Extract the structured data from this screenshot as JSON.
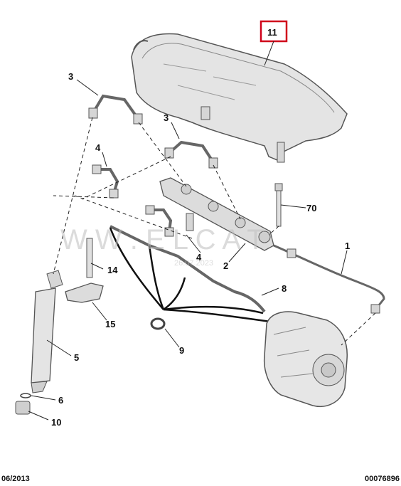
{
  "callouts": {
    "c11": "11",
    "c3a": "3",
    "c3b": "3",
    "c4a": "4",
    "c4b": "4",
    "c70": "70",
    "c1": "1",
    "c2": "2",
    "c14": "14",
    "c8": "8",
    "c15": "15",
    "c9": "9",
    "c5": "5",
    "c6": "6",
    "c10": "10"
  },
  "watermark": {
    "brand": "W W . E L C A T",
    "date": "26.07.2023"
  },
  "footer": {
    "left": "06/2013",
    "right": "00076896"
  },
  "colors": {
    "highlight_box": "#d0021b",
    "line": "#222222",
    "part_fill": "#e6e6e6",
    "part_stroke": "#555555"
  }
}
